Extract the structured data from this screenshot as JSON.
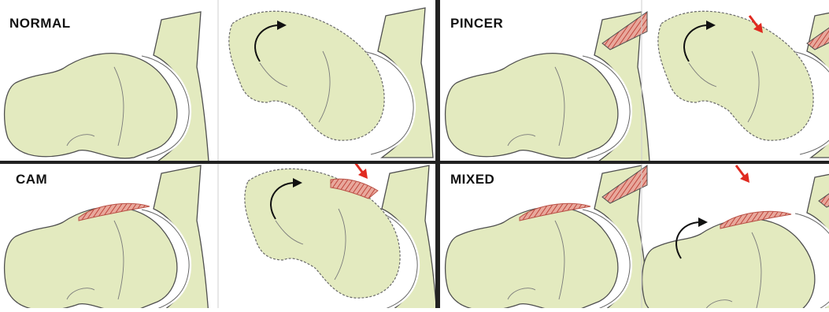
{
  "labels": {
    "normal": "NORMAL",
    "pincer": "PINCER",
    "cam": "CAM",
    "mixed": "MIXED"
  },
  "colors": {
    "bone": "#e3eabf",
    "outline": "#4f4f4f",
    "hatch": "#c96a60",
    "arrow_red": "#e02a20",
    "arrow_black": "#111111",
    "divider_thick": "#222222",
    "divider_thin": "#cfcfcf"
  },
  "icons": {
    "rotation": "curved-rotation-arrow-icon",
    "impingement": "red-impingement-arrow-icon"
  }
}
